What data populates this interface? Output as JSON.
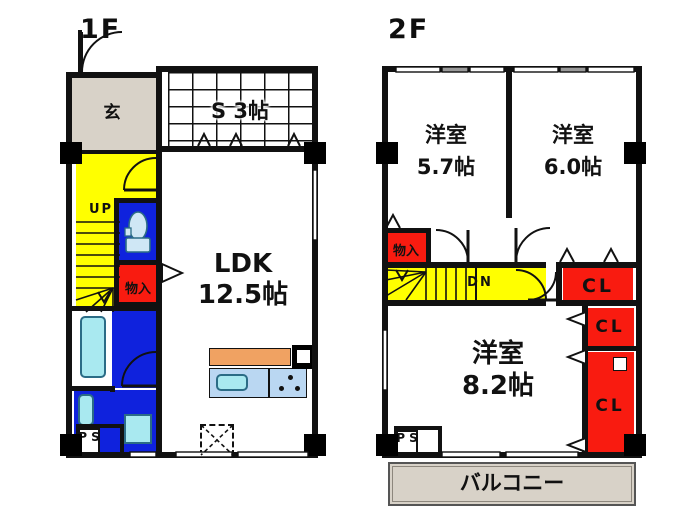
{
  "document": {
    "type": "japanese-floor-plan",
    "title": "間取り図"
  },
  "floors": [
    {
      "id": "1f",
      "label": "1F",
      "rooms": [
        {
          "name": "genkan",
          "label": "玄",
          "fill": "#d8d2c8"
        },
        {
          "name": "service-room",
          "label": "S 3帖",
          "fill": "#ffffff"
        },
        {
          "name": "ldk",
          "label": "LDK",
          "size": "12.5帖",
          "fill": "#ffffff"
        },
        {
          "name": "stairs-up",
          "label": "UP",
          "fill": "#ffff00"
        },
        {
          "name": "toilet",
          "label": "",
          "fill": "#0f22dd"
        },
        {
          "name": "storage",
          "label": "物入",
          "fill": "#f91b10"
        },
        {
          "name": "bathroom",
          "label": "",
          "fill": "#ffffff"
        },
        {
          "name": "washroom",
          "label": "",
          "fill": "#0f22dd"
        },
        {
          "name": "pipe-shaft",
          "label": "PS",
          "fill": "#ffffff"
        }
      ]
    },
    {
      "id": "2f",
      "label": "2F",
      "rooms": [
        {
          "name": "bedroom-west",
          "label": "洋室",
          "size": "5.7帖",
          "fill": "#ffffff"
        },
        {
          "name": "bedroom-east",
          "label": "洋室",
          "size": "6.0帖",
          "fill": "#ffffff"
        },
        {
          "name": "bedroom-south",
          "label": "洋室",
          "size": "8.2帖",
          "fill": "#ffffff"
        },
        {
          "name": "stairs-down",
          "label": "DN",
          "fill": "#ffff00"
        },
        {
          "name": "storage",
          "label": "物入",
          "fill": "#f91b10"
        },
        {
          "name": "closet-1",
          "label": "CL",
          "fill": "#f91b10"
        },
        {
          "name": "closet-2",
          "label": "CL",
          "fill": "#f91b10"
        },
        {
          "name": "closet-3",
          "label": "CL",
          "fill": "#f91b10"
        },
        {
          "name": "balcony",
          "label": "バルコニー",
          "fill": "#d8d2c8"
        },
        {
          "name": "pipe-shaft",
          "label": "PS",
          "fill": "#ffffff"
        }
      ]
    }
  ],
  "f1": {
    "floor_label": "1F",
    "genkan": "玄",
    "service": "S 3帖",
    "ldk_name": "LDK",
    "ldk_size": "12.5帖",
    "stairs": "UP",
    "storage": "物入",
    "ps": "P\nS"
  },
  "f2": {
    "floor_label": "2F",
    "room_w_name": "洋室",
    "room_w_size": "5.7帖",
    "room_e_name": "洋室",
    "room_e_size": "6.0帖",
    "room_s_name": "洋室",
    "room_s_size": "8.2帖",
    "stairs": "DN",
    "storage": "物入",
    "cl1": "CL",
    "cl2": "CL",
    "cl3": "CL",
    "balcony": "バルコニー",
    "ps": "P\nS"
  },
  "colors": {
    "wall": "#111111",
    "pillar": "#000000",
    "stairs": "#ffff00",
    "wet_area": "#0f22dd",
    "closet": "#f91b10",
    "entry": "#d8d2c8",
    "kitchen_counter": "#f0a262",
    "sink": "#a9e9f0",
    "background": "#ffffff"
  }
}
